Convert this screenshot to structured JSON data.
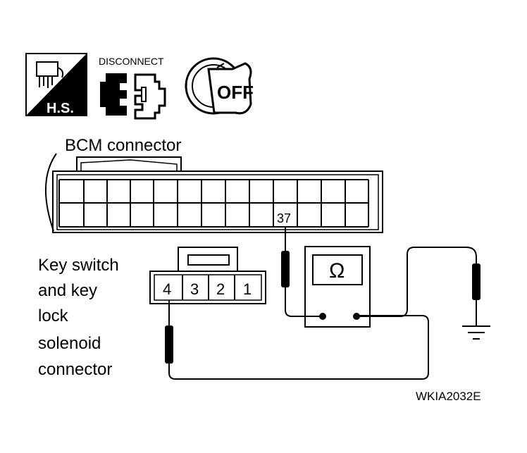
{
  "icons": {
    "hs_label": "H.S.",
    "disconnect_label": "DISCONNECT",
    "ignition_label": "OFF"
  },
  "bcm_connector": {
    "label": "BCM connector",
    "terminal": "37"
  },
  "key_switch_connector": {
    "label_lines": [
      "Key switch",
      "and key",
      "lock",
      "solenoid",
      "connector"
    ],
    "terminals": [
      "4",
      "3",
      "2",
      "1"
    ]
  },
  "meter": {
    "symbol": "Ω"
  },
  "figure_code": "WKIA2032E"
}
